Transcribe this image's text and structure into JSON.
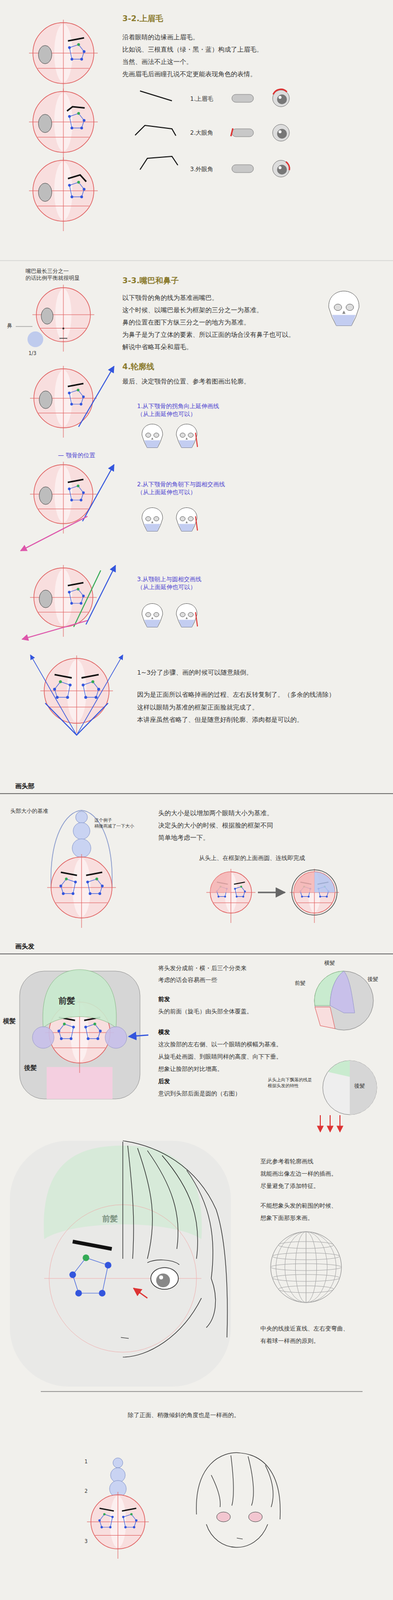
{
  "diagram": {
    "labels": [
      "3-2.上眉毛",
      "沿着眼睛的边缘画上眉毛。",
      "比如说、三根直线（绿・黑・蓝）构成了上眉毛。",
      "当然、画法不止这一个。",
      "先画眉毛后画瞳孔说不定更能表现角色的表情。",
      "1.上眉毛",
      "2.大眼角",
      "3.外眼角",
      "嘴巴最长三分之一 的话比例平衡就很明显",
      "鼻",
      "1/3",
      "3-3.嘴巴和鼻子",
      "以下颚骨的角的线为基准画嘴巴。",
      "这个时候、以嘴巴最长为框架的三分之一为基准。",
      "鼻的位置在图下方纵三分之一的地方为基准。",
      "为鼻子是为了立体的要素、所以正面的场合没有鼻子也可以。",
      "解说中省略耳朵和眉毛。",
      "4.轮廓线",
      "最后、决定颚骨的位置、参考着图画出轮廓。",
      "1.从下颚骨的拐角向上延伸画线 （从上面延伸也可以）",
      "— 颚骨的位置",
      "2.从下颚骨的角朝下与圆相交画线 （从上面延伸也可以）",
      "3.从颚朝上与圆相交画线 （从上面延伸也可以）",
      "1~3分了步骤、画的时候可以随意颠倒。",
      "因为是正面所以省略掉画的过程、左右反转复制了。（多余的线清除）",
      "这样以眼睛为基准的框架正面脸就完成了。",
      "本讲座虽然省略了、但是随意好削轮廓、添肉都是可以的。",
      "画头部",
      "头部大小的基准",
      "这个例子 稍微画减了一下大小",
      "头的大小是以增加两个眼睛大小为基准。",
      "决定头的大小的时候、根据脸的框架不同",
      "简单地考虑一下。",
      "从头上、在框架的上面画圆、连线即完成",
      "画头发",
      "前髪",
      "横髪",
      "後髪",
      "将头发分成前・横・后三个分类来 考虑的话会容易画一些",
      "前发",
      "头的前面（旋毛）由头部全体覆盖。",
      "横发",
      "这次脸部的左右侧、以一个眼睛的横幅为基准。",
      "从旋毛处画圆、到眼睛同样的高度、向下下垂。",
      "想象让脸部的对比增高。",
      "后发",
      "意识到头部后面是圆的（右图）",
      "横髪",
      "前髪",
      "後髪",
      "从头上向下飘落的线是 根据头发的特性",
      "後髪",
      "前髪",
      "至此参考着轮廓画线 就能画出像左边一样的插画。 尽量避免了添加特征。",
      "不能想象头发的範围的时候、 想象下面那形来画。",
      "中央的线接近直线、左右变弯曲、 有着球一样画的原则。",
      "除了正面、稍微倾斜的角度也是一样画的。",
      "1",
      "2",
      "3"
    ]
  }
}
